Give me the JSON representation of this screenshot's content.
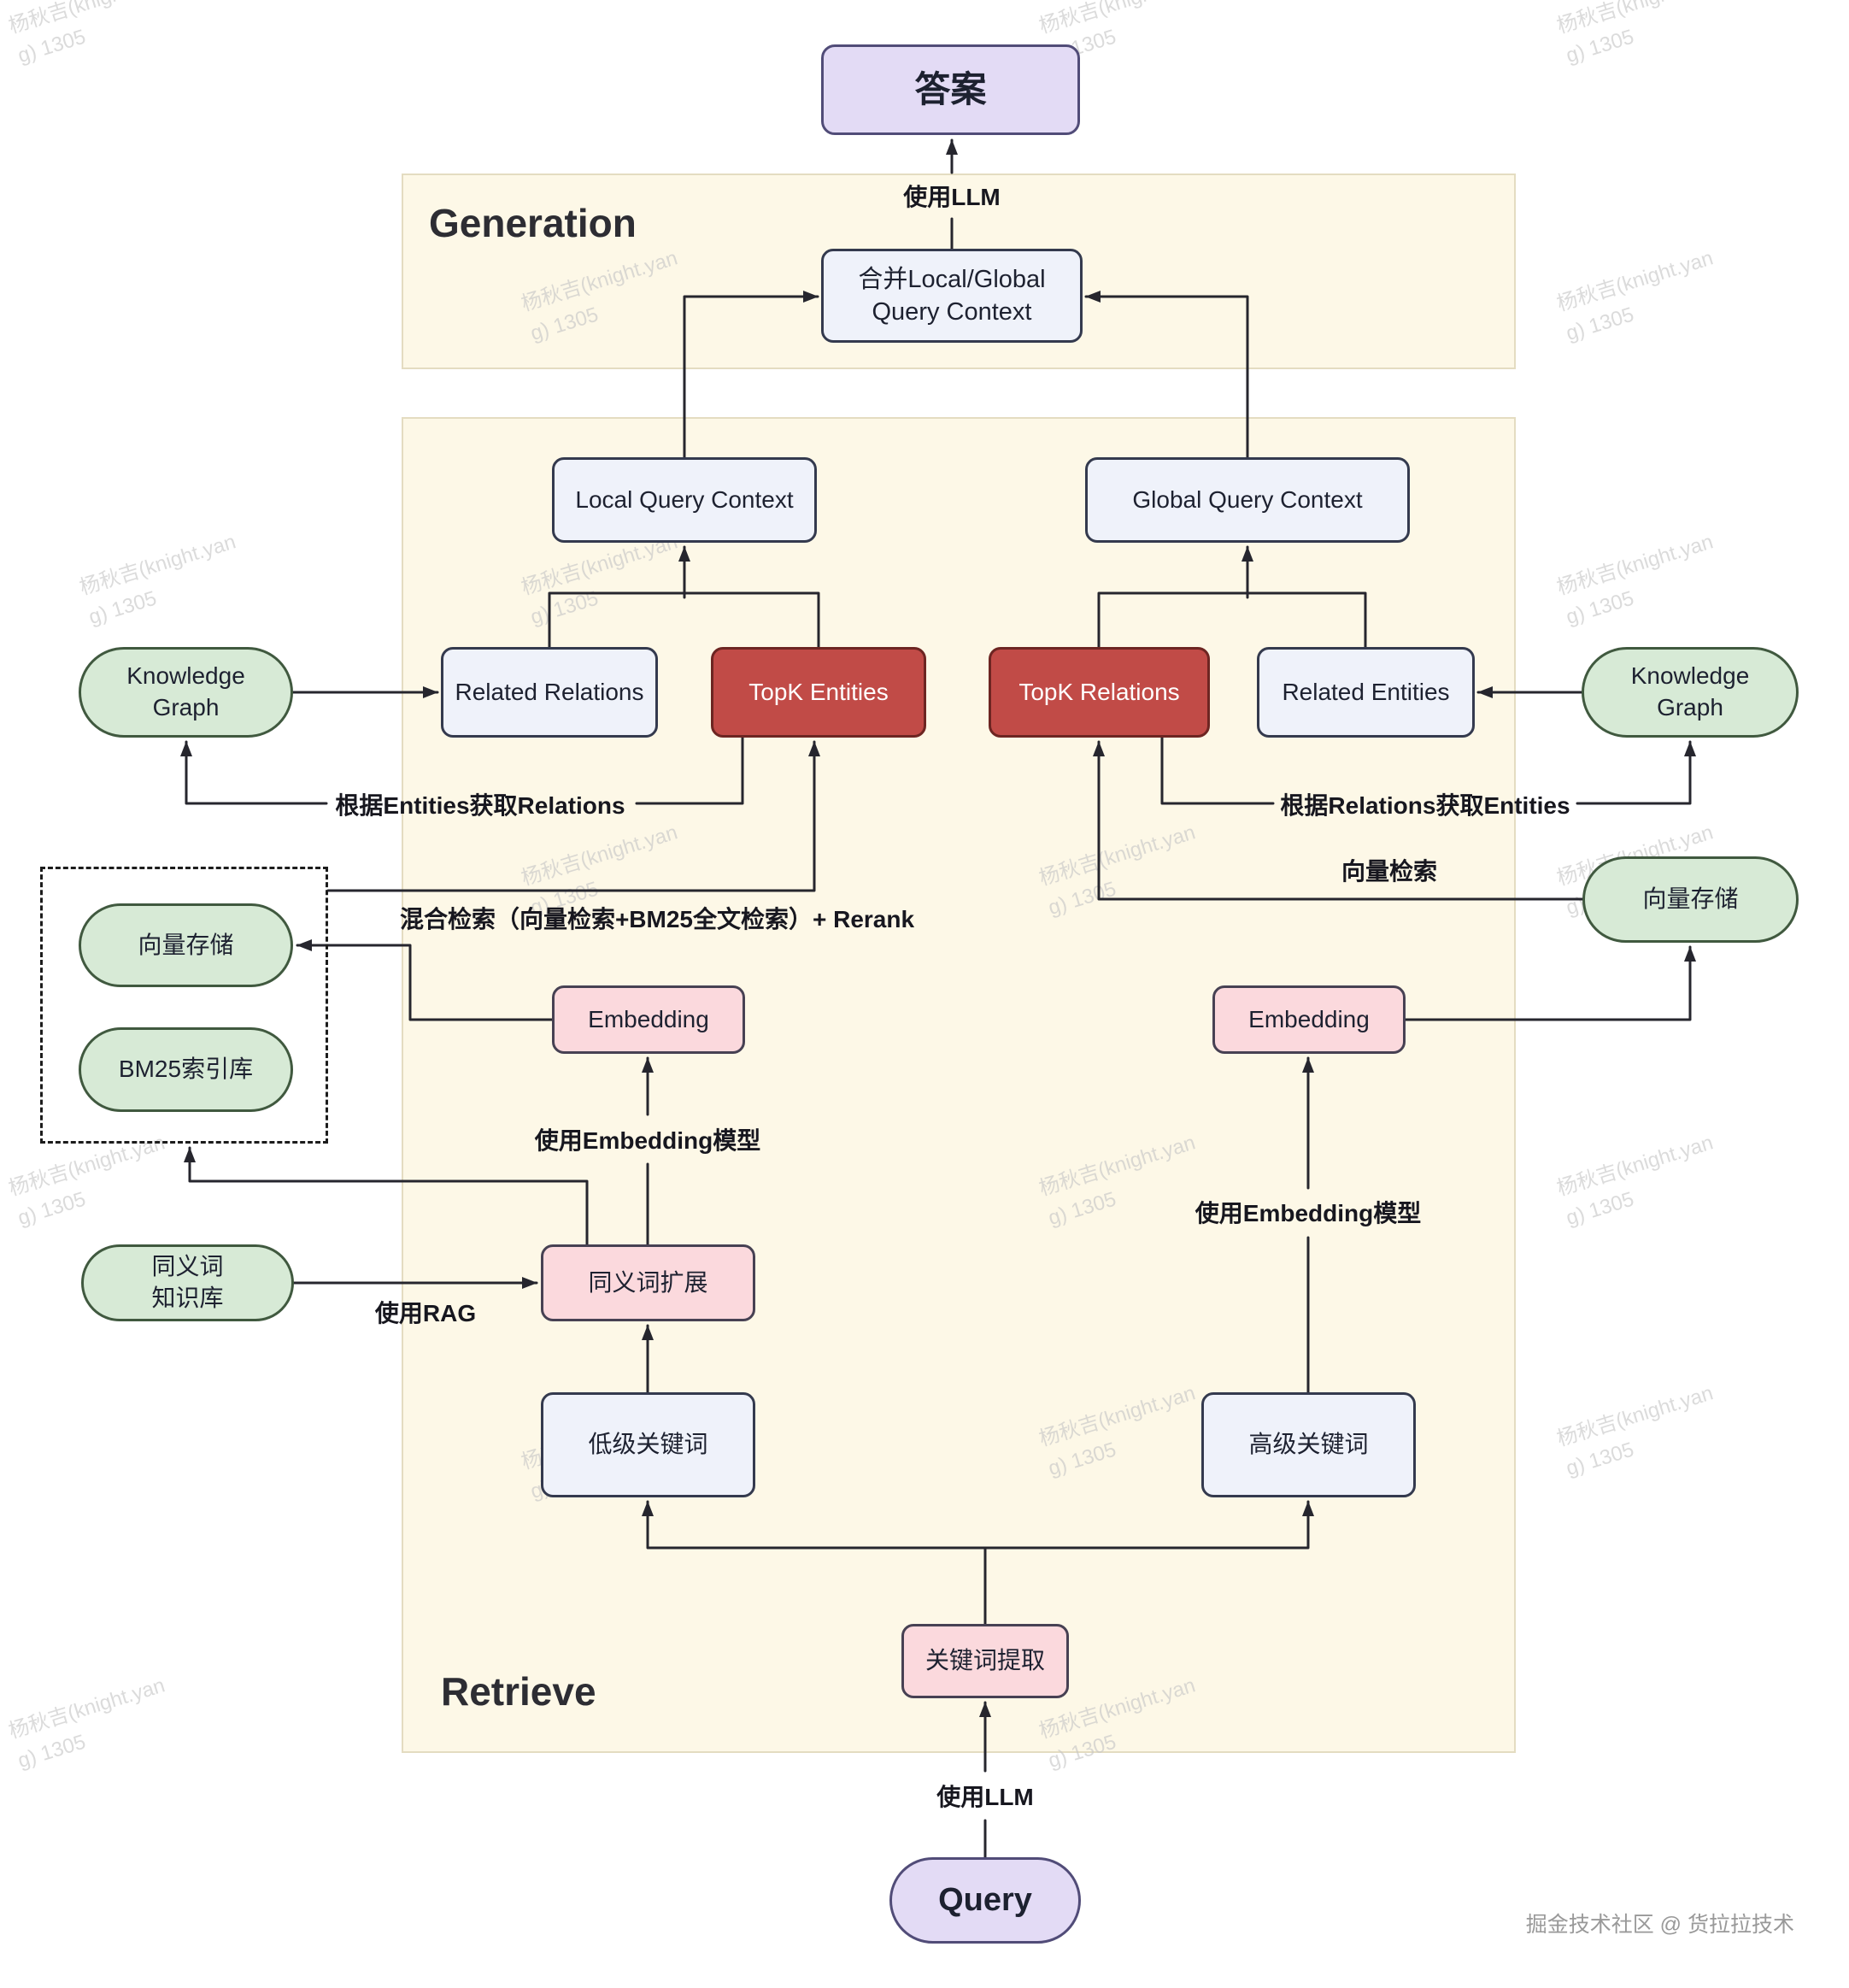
{
  "sections": {
    "generation": {
      "title": "Generation"
    },
    "retrieve": {
      "title": "Retrieve"
    }
  },
  "nodes": {
    "answer": {
      "label": "答案"
    },
    "merge_context": {
      "line1": "合并Local/Global",
      "line2": "Query Context"
    },
    "local_query_context": {
      "label": "Local Query Context"
    },
    "global_query_context": {
      "label": "Global Query Context"
    },
    "knowledge_graph_left": {
      "line1": "Knowledge",
      "line2": "Graph"
    },
    "related_relations": {
      "label": "Related Relations"
    },
    "topk_entities": {
      "label": "TopK Entities"
    },
    "topk_relations": {
      "label": "TopK Relations"
    },
    "related_entities": {
      "label": "Related Entities"
    },
    "knowledge_graph_right": {
      "line1": "Knowledge",
      "line2": "Graph"
    },
    "vector_store_right": {
      "label": "向量存储"
    },
    "vector_store_left": {
      "label": "向量存储"
    },
    "bm25_index": {
      "label": "BM25索引库"
    },
    "embedding_left": {
      "label": "Embedding"
    },
    "embedding_right": {
      "label": "Embedding"
    },
    "synonym_kb": {
      "line1": "同义词",
      "line2": "知识库"
    },
    "synonym_expansion": {
      "label": "同义词扩展"
    },
    "low_level_keywords": {
      "label": "低级关键词"
    },
    "high_level_keywords": {
      "label": "高级关键词"
    },
    "keyword_extraction": {
      "label": "关键词提取"
    },
    "query": {
      "label": "Query"
    }
  },
  "edge_labels": {
    "use_llm_top": "使用LLM",
    "entities_to_relations": "根据Entities获取Relations",
    "relations_to_entities": "根据Relations获取Entities",
    "vector_search": "向量检索",
    "hybrid_search": "混合检索（向量检索+BM25全文检索）+ Rerank",
    "use_embedding_left": "使用Embedding模型",
    "use_embedding_right": "使用Embedding模型",
    "use_rag": "使用RAG",
    "use_llm_bottom": "使用LLM"
  },
  "watermark": {
    "line1": "杨秋吉(knight.yan",
    "line2": "g) 1305"
  },
  "footer": {
    "credit": "掘金技术社区 @ 货拉拉技术"
  },
  "colors": {
    "purple_fill": "#e3dbf5",
    "blue_fill": "#eff2fa",
    "red_fill": "#c14b47",
    "green_fill": "#d7ead6",
    "pink_fill": "#fbd9dd",
    "section_fill": "#fdf8e7",
    "stroke": "#26262e"
  }
}
